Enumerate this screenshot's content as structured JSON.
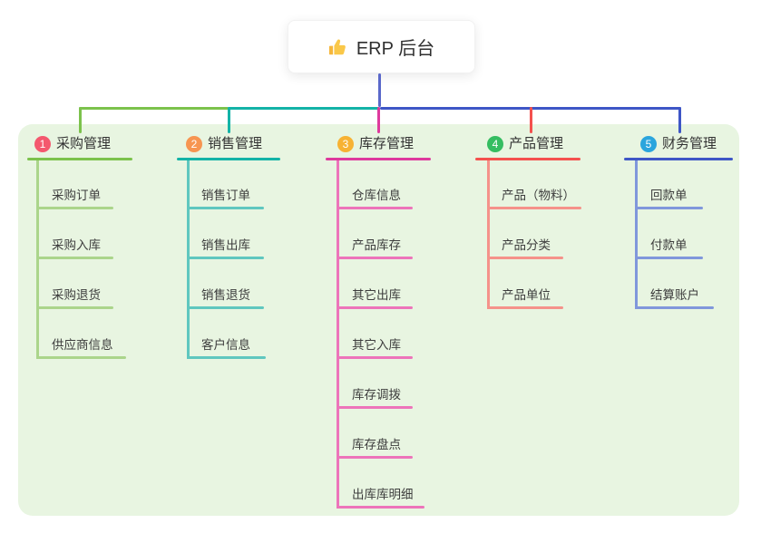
{
  "canvas": {
    "bg": "#e8f5e1"
  },
  "root": {
    "label": "ERP 后台",
    "icon": "thumbs-up-icon",
    "line_color": "#5a68ca"
  },
  "branches": [
    {
      "index": "1",
      "label": "采购管理",
      "badge_color": "#f4586e",
      "line_color": "#7cc24c",
      "child_line_color": "#abd58b",
      "children": [
        "采购订单",
        "采购入库",
        "采购退货",
        "供应商信息"
      ]
    },
    {
      "index": "2",
      "label": "销售管理",
      "badge_color": "#f79551",
      "line_color": "#13b3a7",
      "child_line_color": "#5fc7bf",
      "children": [
        "销售订单",
        "销售出库",
        "销售退货",
        "客户信息"
      ]
    },
    {
      "index": "3",
      "label": "库存管理",
      "badge_color": "#f7b233",
      "line_color": "#de3a9d",
      "child_line_color": "#ed74ba",
      "children": [
        "仓库信息",
        "产品库存",
        "其它出库",
        "其它入库",
        "库存调拨",
        "库存盘点",
        "出库库明细"
      ]
    },
    {
      "index": "4",
      "label": "产品管理",
      "badge_color": "#35bd61",
      "line_color": "#f4514e",
      "child_line_color": "#f5928a",
      "children": [
        "产品（物料）",
        "产品分类",
        "产品单位"
      ]
    },
    {
      "index": "5",
      "label": "财务管理",
      "badge_color": "#2aa5dd",
      "line_color": "#3e56c6",
      "child_line_color": "#8097db",
      "children": [
        "回款单",
        "付款单",
        "结算账户"
      ]
    }
  ]
}
